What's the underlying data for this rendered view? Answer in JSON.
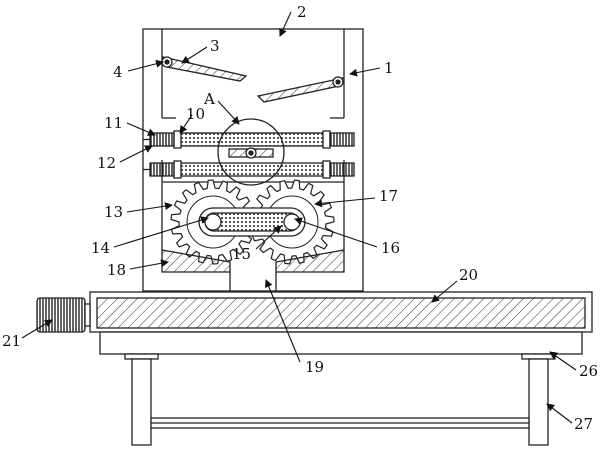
{
  "diagram": {
    "callouts": [
      {
        "id": "c1",
        "label": "1"
      },
      {
        "id": "c2",
        "label": "2"
      },
      {
        "id": "c3",
        "label": "3"
      },
      {
        "id": "c4",
        "label": "4"
      },
      {
        "id": "cA",
        "label": "A"
      },
      {
        "id": "c10",
        "label": "10"
      },
      {
        "id": "c11",
        "label": "11"
      },
      {
        "id": "c12",
        "label": "12"
      },
      {
        "id": "c13",
        "label": "13"
      },
      {
        "id": "c14",
        "label": "14"
      },
      {
        "id": "c15",
        "label": "15"
      },
      {
        "id": "c16",
        "label": "16"
      },
      {
        "id": "c17",
        "label": "17"
      },
      {
        "id": "c18",
        "label": "18"
      },
      {
        "id": "c19",
        "label": "19"
      },
      {
        "id": "c20",
        "label": "20"
      },
      {
        "id": "c21",
        "label": "21"
      },
      {
        "id": "c26",
        "label": "26"
      },
      {
        "id": "c27",
        "label": "27"
      }
    ]
  }
}
